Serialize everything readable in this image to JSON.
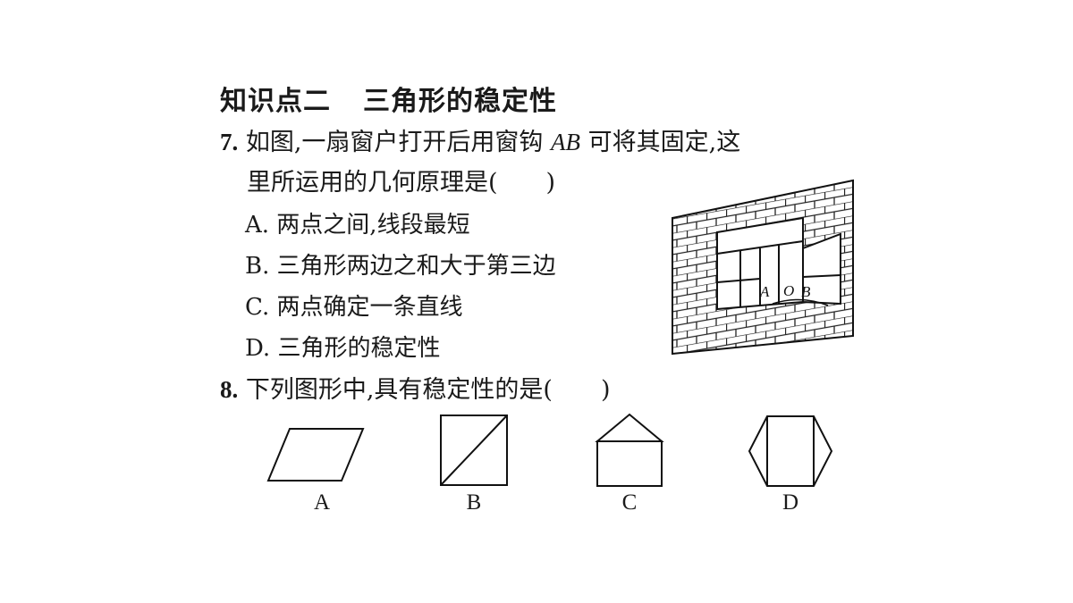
{
  "section": {
    "title_part1": "知识点二",
    "title_part2": "三角形的稳定性"
  },
  "q7": {
    "number": "7.",
    "line1_pre": "如图,一扇窗户打开后用窗钩",
    "var_ab": "AB",
    "line1_post": "可将其固定,这",
    "line2": "里所运用的几何原理是(　　)",
    "options": [
      "A. 两点之间,线段最短",
      "B. 三角形两边之和大于第三边",
      "C. 两点确定一条直线",
      "D. 三角形的稳定性"
    ],
    "figure_labels": {
      "a": "A",
      "o": "O",
      "b": "B"
    }
  },
  "q8": {
    "number": "8.",
    "text": "下列图形中,具有稳定性的是(　　)",
    "shape_labels": [
      "A",
      "B",
      "C",
      "D"
    ]
  }
}
